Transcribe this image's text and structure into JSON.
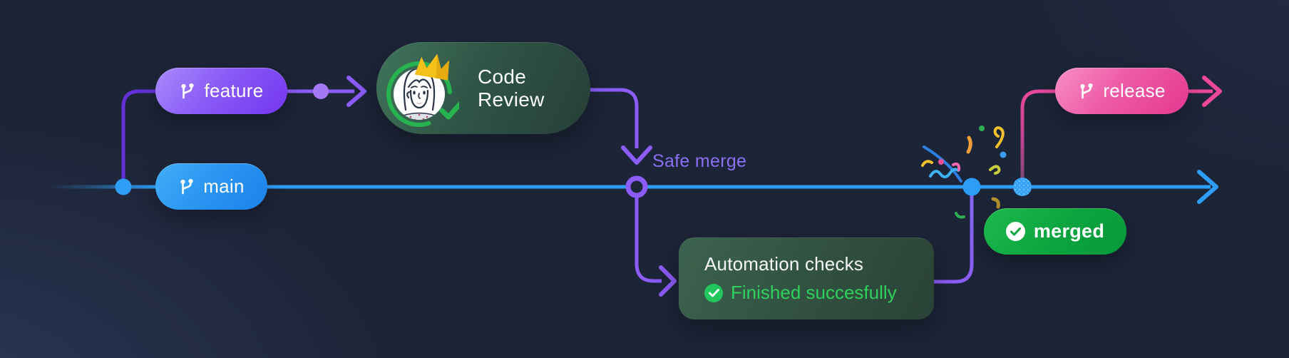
{
  "diagram": {
    "description": "git branching workflow illustration",
    "branches": {
      "feature": {
        "label": "feature"
      },
      "main": {
        "label": "main"
      },
      "release": {
        "label": "release"
      }
    },
    "steps": {
      "code_review": {
        "label": "Code Review"
      },
      "safe_merge_label": "Safe merge",
      "automation": {
        "title": "Automation checks",
        "status_text": "Finished succesfully"
      },
      "merged_badge": {
        "label": "merged"
      }
    },
    "colors": {
      "background": "#1c2437",
      "main_line_blue": "#2e9df5",
      "branch_purple": "#8b5cf6",
      "deep_purple": "#6d3ae0",
      "release_pink": "#e8489c",
      "success_green": "#22c55e",
      "status_text_green": "#2fd15d",
      "badge_green": "#0da540",
      "review_ring_green": "#27b350",
      "crown_gold": "#f4c11b",
      "safe_merge_text": "#8a70f3"
    }
  }
}
